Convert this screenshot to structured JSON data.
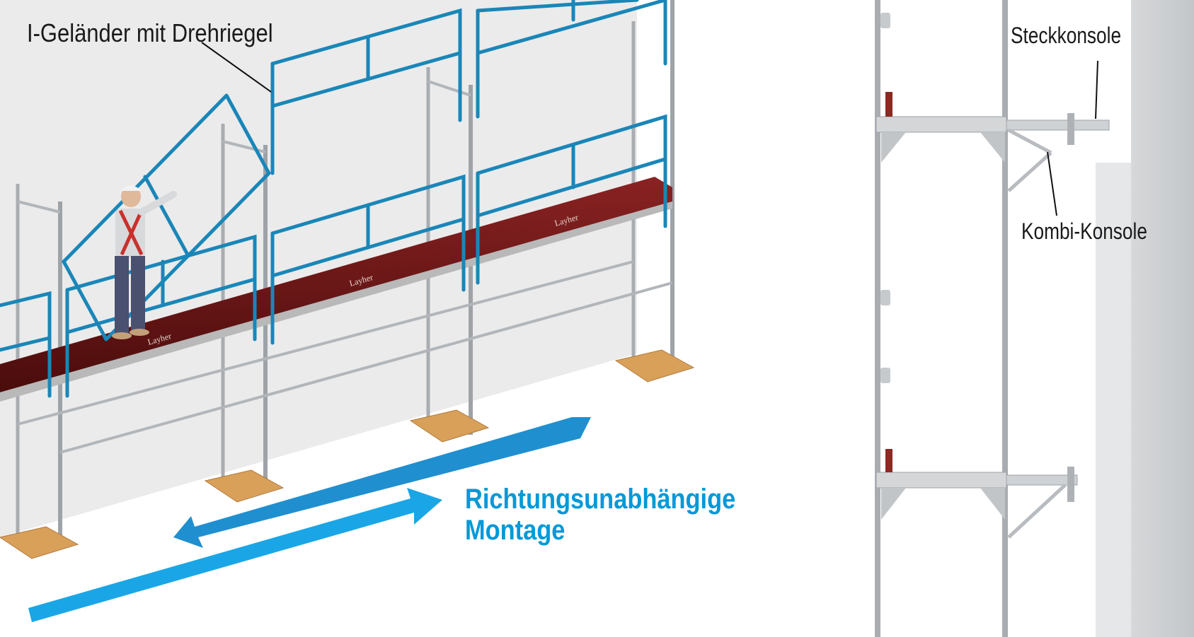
{
  "labels": {
    "railing": "I-Geländer mit Drehriegel",
    "plug_console": "Steckkonsole",
    "combi_console": "Kombi-Konsole"
  },
  "caption": {
    "line1": "Richtungsunabhängige",
    "line2": "Montage"
  },
  "deck_brand": "Layher",
  "colors": {
    "railing_blue": "#1a86b8",
    "arrow_blue": "#0099d8",
    "deck_brown": "#6b1414",
    "base_plate_wood": "#d9a05a",
    "steel_gray": "#b8bcc0",
    "wall_gray": "#ebebeb"
  }
}
